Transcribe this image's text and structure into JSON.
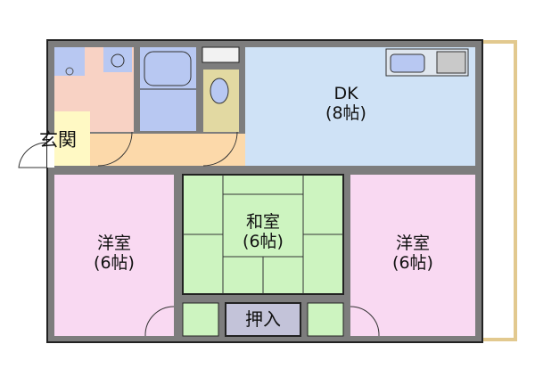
{
  "rooms": {
    "dk": {
      "name": "DK",
      "size": "(8帖)"
    },
    "genkan": {
      "name": "玄関"
    },
    "washitsu": {
      "name": "和室",
      "size": "(6帖)"
    },
    "western_left": {
      "name": "洋室",
      "size": "(6帖)"
    },
    "western_right": {
      "name": "洋室",
      "size": "(6帖)"
    },
    "closet": {
      "name": "押入"
    }
  },
  "colors": {
    "wall": "#7d7d7d",
    "wash": "#f8d2c4",
    "bath": "#b8c8f2",
    "toilet": "#e2d9a2",
    "dk": "#cfe2f6",
    "genkan": "#fff9c4",
    "corridor": "#fcd9aa",
    "western": "#f9d9f2",
    "washitsu": "#cdf4c0",
    "closet": "#c3c3d9",
    "balcony": "#e2c98f"
  }
}
